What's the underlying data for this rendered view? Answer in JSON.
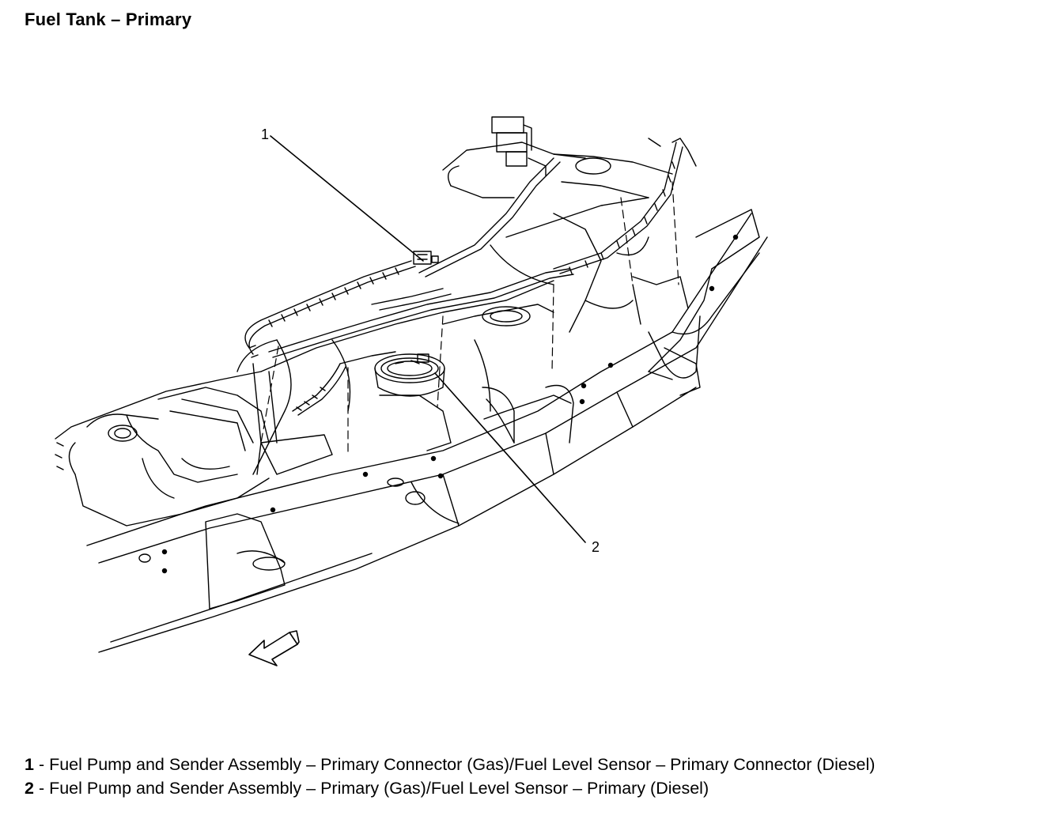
{
  "title": "Fuel Tank – Primary",
  "callouts": [
    {
      "number": "1"
    },
    {
      "number": "2"
    }
  ],
  "legend": [
    {
      "number": "1",
      "separator": " - ",
      "text": "Fuel Pump and Sender Assembly – Primary Connector (Gas)/Fuel Level Sensor – Primary Connector (Diesel)"
    },
    {
      "number": "2",
      "separator": " - ",
      "text": "Fuel Pump and Sender Assembly – Primary (Gas)/Fuel Level Sensor – Primary (Diesel)"
    }
  ],
  "icons": {
    "direction_arrow": "forward-direction-arrow-icon"
  }
}
